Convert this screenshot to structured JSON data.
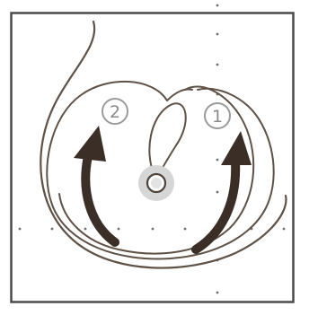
{
  "diagram": {
    "step_labels": [
      "2",
      "1"
    ],
    "colors": {
      "frame": "#4a4a4a",
      "cord": "#5f5145",
      "arrow": "#3b2e26",
      "step_circle": "#9b9b9b",
      "step_text": "#8a8a8a",
      "center_halo": "#d6d6d6",
      "center_ring": "#4f4238",
      "guide_dot": "#6e6e6e"
    },
    "icons": [
      "curved-arrow-up-left",
      "curved-arrow-up-right",
      "center-knot"
    ]
  }
}
